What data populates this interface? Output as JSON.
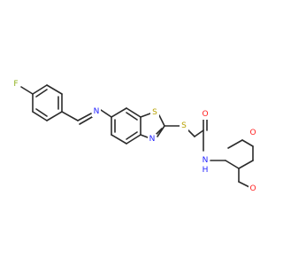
{
  "molecule": {
    "atoms": {
      "F": {
        "text": "F",
        "color": "#8fb21d"
      },
      "N1": {
        "text": "N",
        "color": "#2222ff"
      },
      "S1": {
        "text": "S",
        "color": "#b8a200"
      },
      "N2": {
        "text": "N",
        "color": "#2222ff"
      },
      "S2": {
        "text": "S",
        "color": "#b8a200"
      },
      "O1": {
        "text": "O",
        "color": "#ff2020"
      },
      "NH": {
        "text": "N",
        "color": "#2222ff"
      },
      "H": {
        "text": "H",
        "color": "#2222ff"
      },
      "O2": {
        "text": "O",
        "color": "#ff2020"
      },
      "O3": {
        "text": "O",
        "color": "#ff2020"
      }
    },
    "bond_color": "#2b2b2b"
  }
}
